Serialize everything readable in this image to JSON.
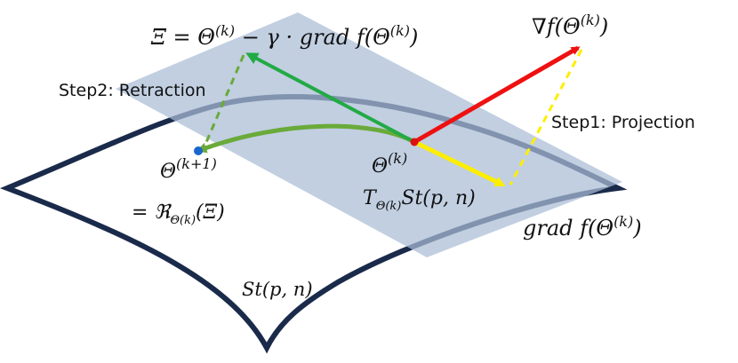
{
  "labels": {
    "xi_eq_pre": "Ξ = Θ",
    "xi_eq_k": "(k)",
    "xi_eq_post": " − γ · grad f(Θ",
    "xi_eq_k2": "(k)",
    "xi_eq_close": ")",
    "nabla_pre": "∇f(Θ",
    "nabla_k": "(k)",
    "nabla_close": ")",
    "step2": "Step2: Retraction",
    "step1": "Step1: Projection",
    "theta_k1_base": "Θ",
    "theta_k1_sup": "(k+1)",
    "retr_pre": "= ℜ",
    "retr_sub": "Θ(k)",
    "retr_post": "(Ξ)",
    "theta_k_base": "Θ",
    "theta_k_sup": "(k)",
    "tangent_T": "T",
    "tangent_sub": "Θ(k)",
    "tangent_post": "St(p, n)",
    "grad_pre": "grad f(Θ",
    "grad_k": "(k)",
    "grad_close": ")",
    "manifold": "St(p, n)"
  },
  "colors": {
    "manifold": "#1a2a4a",
    "plane": "#a9bdd6",
    "gradient_euclid": "#ee1111",
    "projection": "#ffee00",
    "step_green": "#22aa44",
    "retraction_curve": "#6aaa3a",
    "point_current": "#dd1111",
    "point_next": "#1a66cc"
  }
}
